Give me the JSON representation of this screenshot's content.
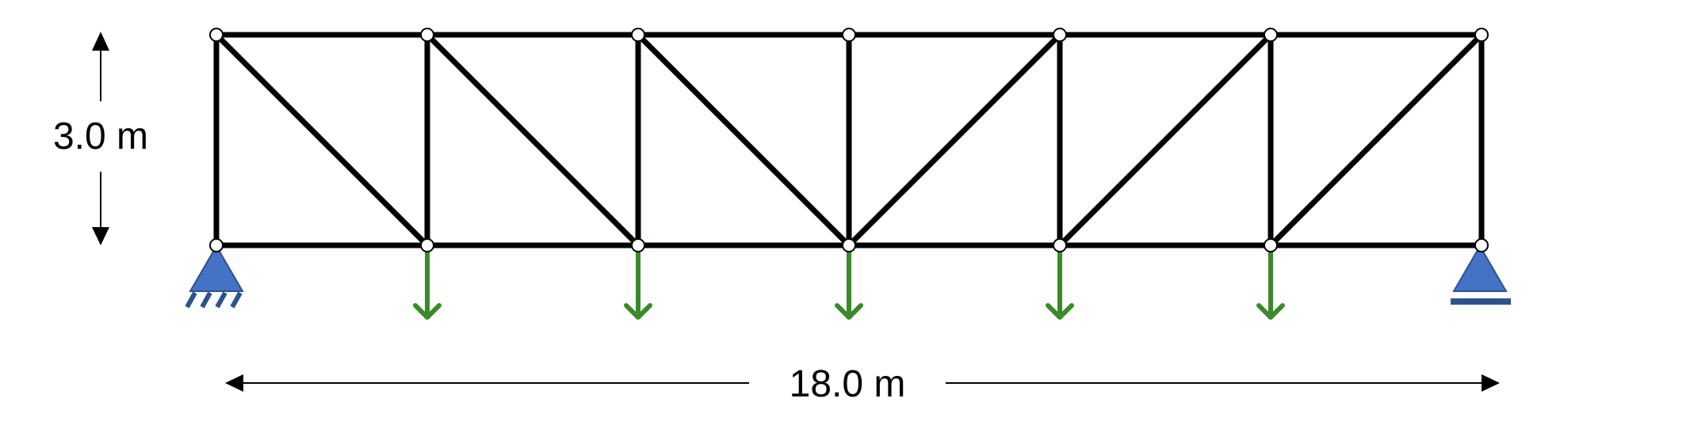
{
  "dimensions": {
    "height_label": "3.0 m",
    "span_label": "18.0 m"
  },
  "colors": {
    "member": "#000000",
    "node_fill": "#ffffff",
    "support": "#4472c4",
    "support_stroke": "#2f528f",
    "load_arrow": "#3a8a2a"
  },
  "truss": {
    "panel_count": 6,
    "loaded_bottom_nodes": 5,
    "supports": [
      "pin-left",
      "roller-right"
    ]
  }
}
